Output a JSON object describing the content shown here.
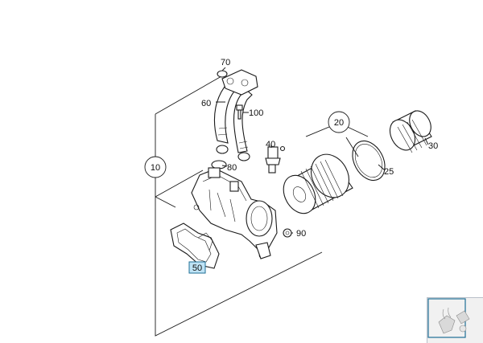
{
  "diagram": {
    "callouts": {
      "c10": "10",
      "c20": "20",
      "c25": "25",
      "c30": "30",
      "c40": "40",
      "c50": "50",
      "c60": "60",
      "c70": "70",
      "c80": "80",
      "c90": "90",
      "c100": "100"
    },
    "selected_callout": "50",
    "highlight_color": "#bfe3f5",
    "highlight_border": "#1f6f96"
  },
  "navigator": {
    "frame_color": "#1f6f96"
  }
}
